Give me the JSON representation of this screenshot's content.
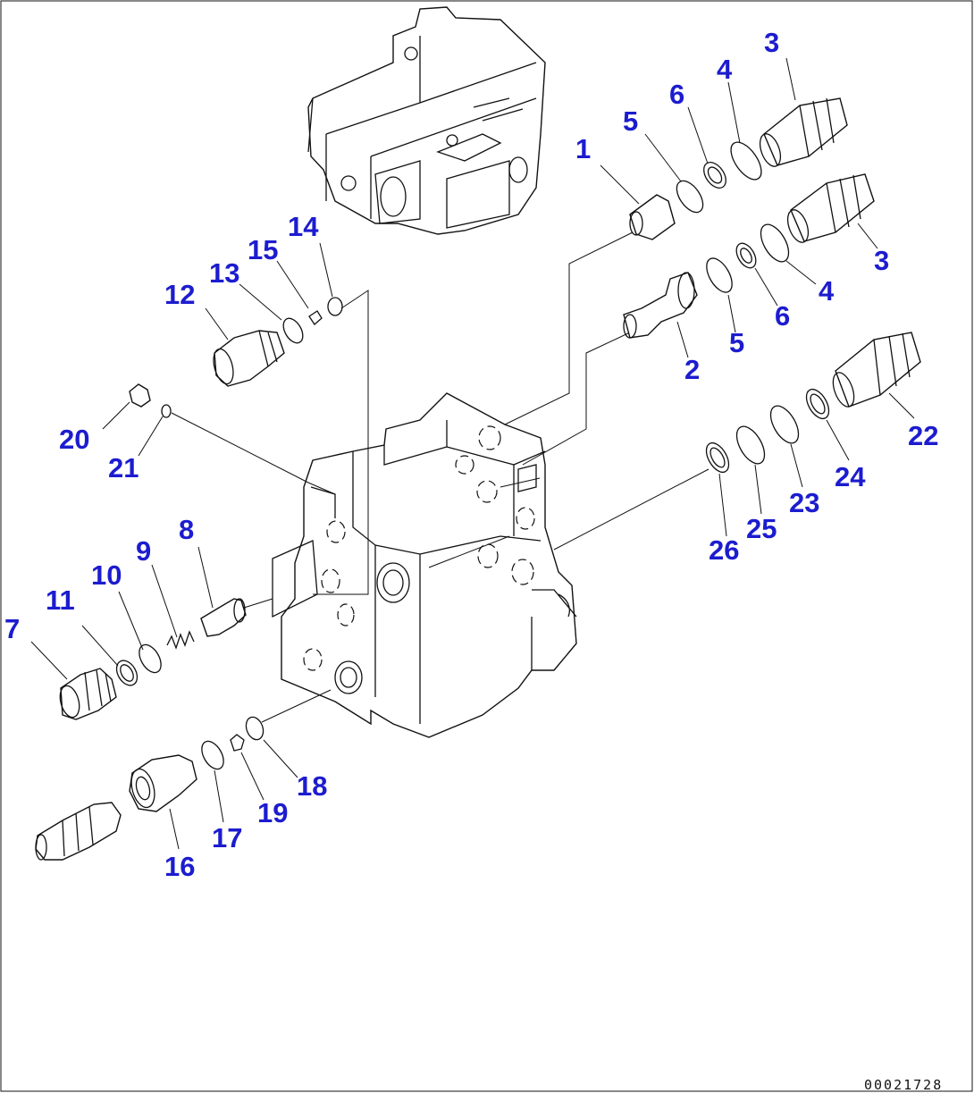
{
  "diagram": {
    "callouts": [
      {
        "id": "1",
        "text": "1"
      },
      {
        "id": "2",
        "text": "2"
      },
      {
        "id": "3a",
        "text": "3"
      },
      {
        "id": "3b",
        "text": "3"
      },
      {
        "id": "4a",
        "text": "4"
      },
      {
        "id": "4b",
        "text": "4"
      },
      {
        "id": "5a",
        "text": "5"
      },
      {
        "id": "5b",
        "text": "5"
      },
      {
        "id": "6a",
        "text": "6"
      },
      {
        "id": "6b",
        "text": "6"
      },
      {
        "id": "7",
        "text": "7"
      },
      {
        "id": "8",
        "text": "8"
      },
      {
        "id": "9",
        "text": "9"
      },
      {
        "id": "10",
        "text": "10"
      },
      {
        "id": "11",
        "text": "11"
      },
      {
        "id": "12",
        "text": "12"
      },
      {
        "id": "13",
        "text": "13"
      },
      {
        "id": "14",
        "text": "14"
      },
      {
        "id": "15",
        "text": "15"
      },
      {
        "id": "16",
        "text": "16"
      },
      {
        "id": "17",
        "text": "17"
      },
      {
        "id": "18",
        "text": "18"
      },
      {
        "id": "19",
        "text": "19"
      },
      {
        "id": "20",
        "text": "20"
      },
      {
        "id": "21",
        "text": "21"
      },
      {
        "id": "22",
        "text": "22"
      },
      {
        "id": "23",
        "text": "23"
      },
      {
        "id": "24",
        "text": "24"
      },
      {
        "id": "25",
        "text": "25"
      },
      {
        "id": "26",
        "text": "26"
      }
    ],
    "drawing_code": "00021728",
    "label_color": "#1c1ccf",
    "line_color": "#111111"
  }
}
